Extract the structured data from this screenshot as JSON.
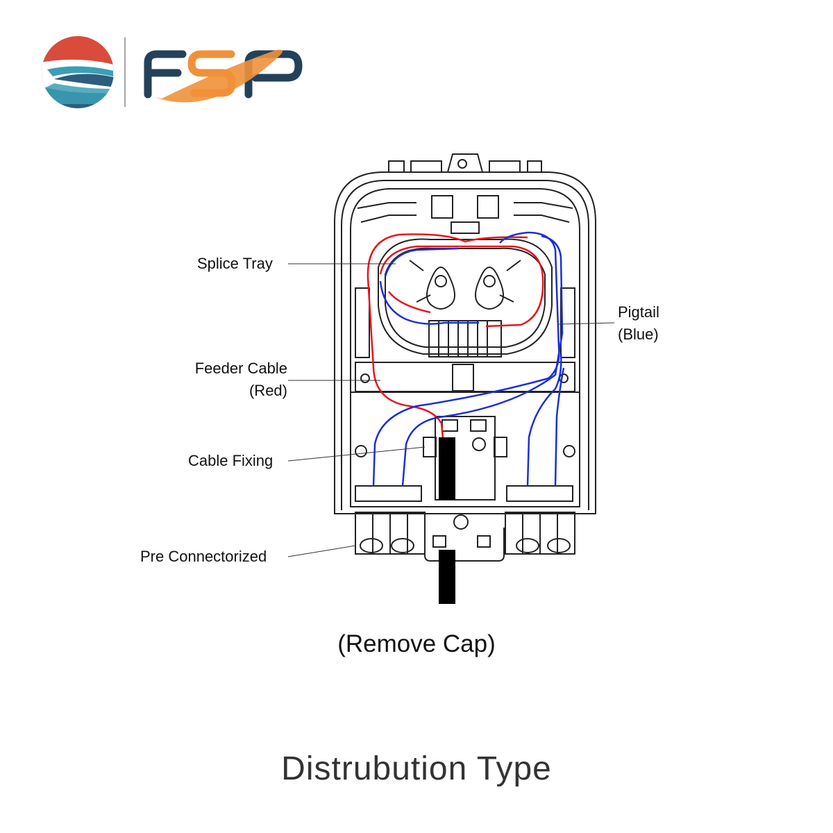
{
  "brand": {
    "logo_text": "FSP",
    "colors": {
      "red": "#d94b3b",
      "blue": "#2e5d7e",
      "teal": "#3a9fb5",
      "orange": "#f0913a",
      "navy": "#23415a"
    }
  },
  "labels": {
    "splice_tray": "Splice Tray",
    "pigtail_line1": "Pigtail",
    "pigtail_line2": "(Blue)",
    "feeder_line1": "Feeder Cable",
    "feeder_line2": "(Red)",
    "cable_fixing": "Cable Fixing",
    "pre_connectorized": "Pre Connectorized"
  },
  "caption": "(Remove Cap)",
  "title": "Distrubution Type",
  "cable_colors": {
    "feeder": "#e8141c",
    "pigtail": "#1a2fd8",
    "drop": "#000000"
  }
}
